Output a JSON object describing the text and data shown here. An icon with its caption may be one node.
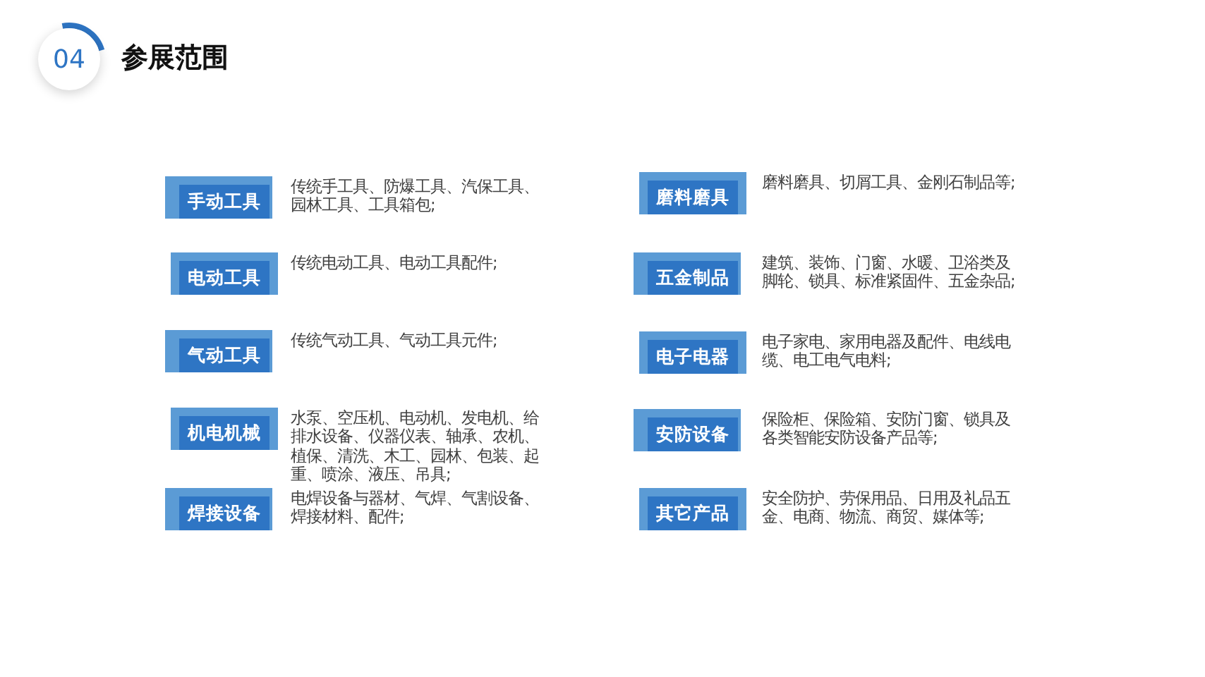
{
  "diagram": {
    "title": "参展范围",
    "nodes": [
      {
        "text": [
          "04"
        ]
      },
      {
        "text": [
          "手动工具"
        ],
        "beside": [
          "传统手工具、防爆工具、汽保工具、园林工具、工具箱包;"
        ]
      },
      {
        "text": [
          "电动工具"
        ],
        "beside": [
          "传统电动工具、电动工具配件;"
        ]
      },
      {
        "text": [
          "气动工具"
        ],
        "beside": [
          "传统气动工具、气动工具元件;"
        ]
      },
      {
        "text": [
          "机电机械"
        ],
        "beside": [
          "水泵、空压机、电动机、发电机、给排水设备、仪器仪表、轴承、农机、植保、清洗、木工、园林、包装、起重、喷涂、液压、吊具;"
        ]
      },
      {
        "text": [
          "焊接设备"
        ],
        "beside": [
          "电焊设备与器材、气焊、气割设备、焊接材料、配件;"
        ]
      },
      {
        "text": [
          "磨料磨具"
        ],
        "beside": [
          "磨料磨具、切屑工具、金刚石制品等;"
        ]
      },
      {
        "text": [
          "五金制品"
        ],
        "beside": [
          "建筑、装饰、门窗、水暖、卫浴类及脚轮、锁具、标准紧固件、五金杂品;"
        ]
      },
      {
        "text": [
          "电子电器"
        ],
        "beside": [
          "电子家电、家用电器及配件、电线电缆、电工电气电料;"
        ]
      },
      {
        "text": [
          "安防设备"
        ],
        "beside": [
          "保险柜、保险箱、安防门窗、锁具及各类智能安防设备产品等;"
        ]
      },
      {
        "text": [
          "其它产品"
        ],
        "beside": [
          "安全防护、劳保用品、日用及礼品五金、电商、物流、商贸、媒体等;"
        ]
      }
    ]
  }
}
